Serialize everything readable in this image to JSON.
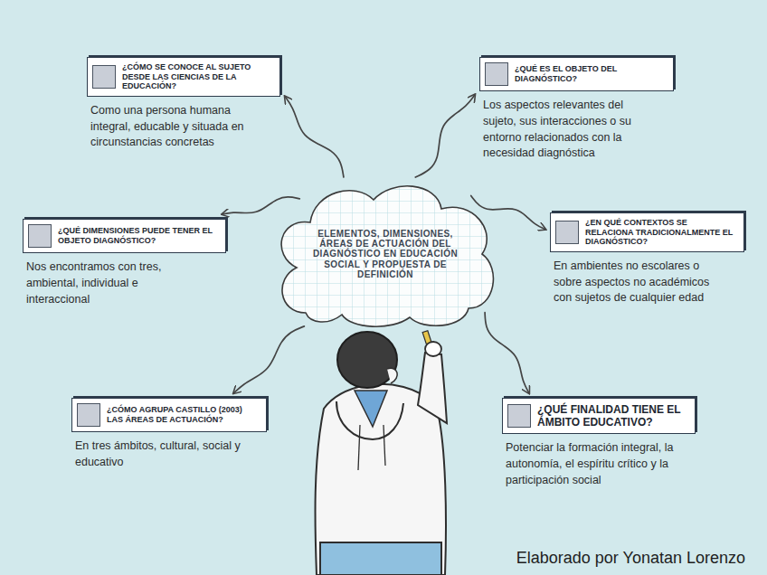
{
  "diagram": {
    "nodes": [
      {
        "text": [
          "ELEMENTOS, DIMENSIONES, ÁREAS DE ACTUACIÓN DEL DIAGNÓSTICO EN EDUCACIÓN SOCIAL Y PROPUESTA DE DEFINICIÓN"
        ]
      },
      {
        "text": [
          "¿CÓMO SE CONOCE AL SUJETO DESDE LAS CIENCIAS DE LA EDUCACIÓN?",
          "Como una persona humana integral, educable y situada en circunstancias concretas"
        ]
      },
      {
        "text": [
          "¿QUÉ ES EL OBJETO DEL DIAGNÓSTICO?",
          "Los aspectos relevantes del sujeto, sus interacciones o su entorno relacionados con la necesidad diagnóstica"
        ]
      },
      {
        "text": [
          "¿QUÉ DIMENSIONES PUEDE TENER EL OBJETO DIAGNÓSTICO?",
          "Nos encontramos con tres, ambiental, individual e interaccional"
        ]
      },
      {
        "text": [
          "¿EN QUÉ CONTEXTOS SE RELACIONA TRADICIONALMENTE EL DIAGNÓSTICO?",
          "En ambientes no escolares o sobre aspectos no académicos con sujetos de cualquier edad"
        ]
      },
      {
        "text": [
          "¿CÓMO AGRUPA CASTILLO (2003) LAS ÁREAS DE ACTUACIÓN?",
          "En tres ámbitos, cultural, social y educativo"
        ]
      },
      {
        "text": [
          "¿QUÉ FINALIDAD TIENE EL ÁMBITO EDUCATIVO?",
          "Potenciar la formación integral, la autonomía, el espíritu crítico y la participación social"
        ]
      }
    ],
    "edges": [
      {
        "from": 0,
        "to": 1,
        "arrow": "to"
      },
      {
        "from": 0,
        "to": 2,
        "arrow": "to"
      },
      {
        "from": 0,
        "to": 3,
        "arrow": "to"
      },
      {
        "from": 0,
        "to": 4,
        "arrow": "to"
      },
      {
        "from": 0,
        "to": 5,
        "arrow": "to"
      },
      {
        "from": 0,
        "to": 6,
        "arrow": "to"
      }
    ],
    "labels": [
      "Elaborado por Yonatan Lorenzo"
    ]
  }
}
